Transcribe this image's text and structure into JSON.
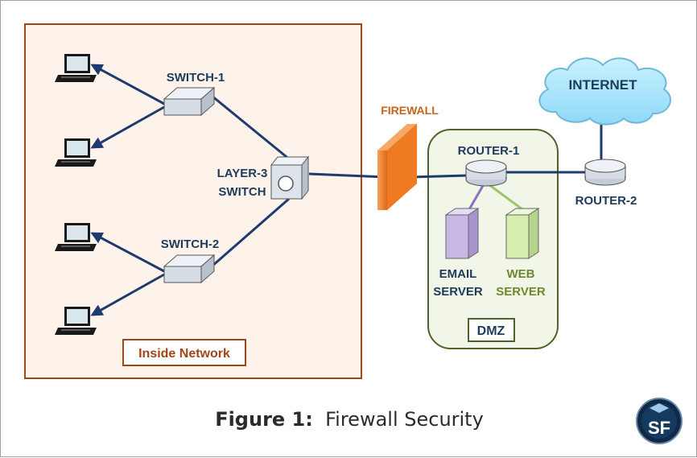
{
  "diagram": {
    "switch1_label": "SWITCH-1",
    "switch2_label": "SWITCH-2",
    "layer3_line1": "LAYER-3",
    "layer3_line2": "SWITCH",
    "firewall_label": "FIREWALL",
    "router1_label": "ROUTER-1",
    "router2_label": "ROUTER-2",
    "internet_label": "INTERNET",
    "email_line1": "EMAIL",
    "email_line2": "SERVER",
    "web_line1": "WEB",
    "web_line2": "SERVER",
    "dmz_label": "DMZ",
    "inside_label": "Inside Network"
  },
  "caption": {
    "prefix": "Figure 1:",
    "text": "Firewall Security"
  },
  "logo": {
    "text": "SF"
  },
  "colors": {
    "inside_zone_border": "#a0461a",
    "inside_zone_fill": "#fdf3ea",
    "dmz_zone_border": "#4f6228",
    "dmz_zone_fill": "#f2f6e9",
    "firewall": "#f07a22",
    "links": "#1f3b6e",
    "email_server": "#c9b7e6",
    "web_server": "#d6edb0",
    "cloud": "#aee6fb"
  }
}
